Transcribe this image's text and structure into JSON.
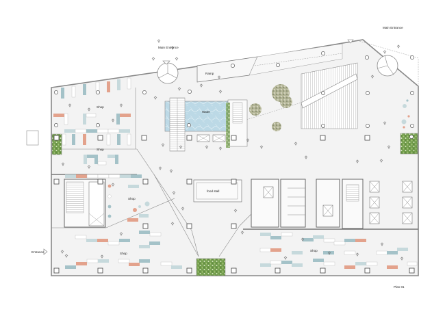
{
  "plan": {
    "title": "Plan 01",
    "colors": {
      "floor": "#f3f3f3",
      "wall": "#777777",
      "water": "#bcd9e6",
      "shelf_teal": "#a4c2c8",
      "shelf_teal_light": "#c6d9dc",
      "shelf_salmon": "#e3a28c",
      "greenery": "#6f9a4a",
      "tree": "#b6b89a"
    },
    "labels": {
      "main_entrance_left": "Main Entrance",
      "main_entrance_right": "Main Entrance",
      "entrance_west": "Entrance",
      "ramp": "Ramp",
      "water": "Water",
      "food_stall": "food stall",
      "shop_nw": "Shop",
      "shop_w": "Shop",
      "shop_mid_w": "Shop",
      "shop_sw": "Shop",
      "shop_se": "Shop"
    },
    "zones": [
      {
        "id": "shop-nw",
        "label": "Shop"
      },
      {
        "id": "shop-w",
        "label": "Shop"
      },
      {
        "id": "shop-mid-w",
        "label": "Shop"
      },
      {
        "id": "shop-sw",
        "label": "Shop"
      },
      {
        "id": "shop-se",
        "label": "Shop"
      },
      {
        "id": "water-feature",
        "label": "Water"
      },
      {
        "id": "food-stall",
        "label": "food stall"
      },
      {
        "id": "ramp",
        "label": "Ramp"
      }
    ],
    "icons": {
      "entrance_marker": "triangle-marker-icon",
      "revolving_door": "revolving-door-icon",
      "column_round": "round-column-icon",
      "column_square": "square-column-icon",
      "elevator": "elevator-shaft-icon",
      "people": "person-figure-icon"
    }
  }
}
